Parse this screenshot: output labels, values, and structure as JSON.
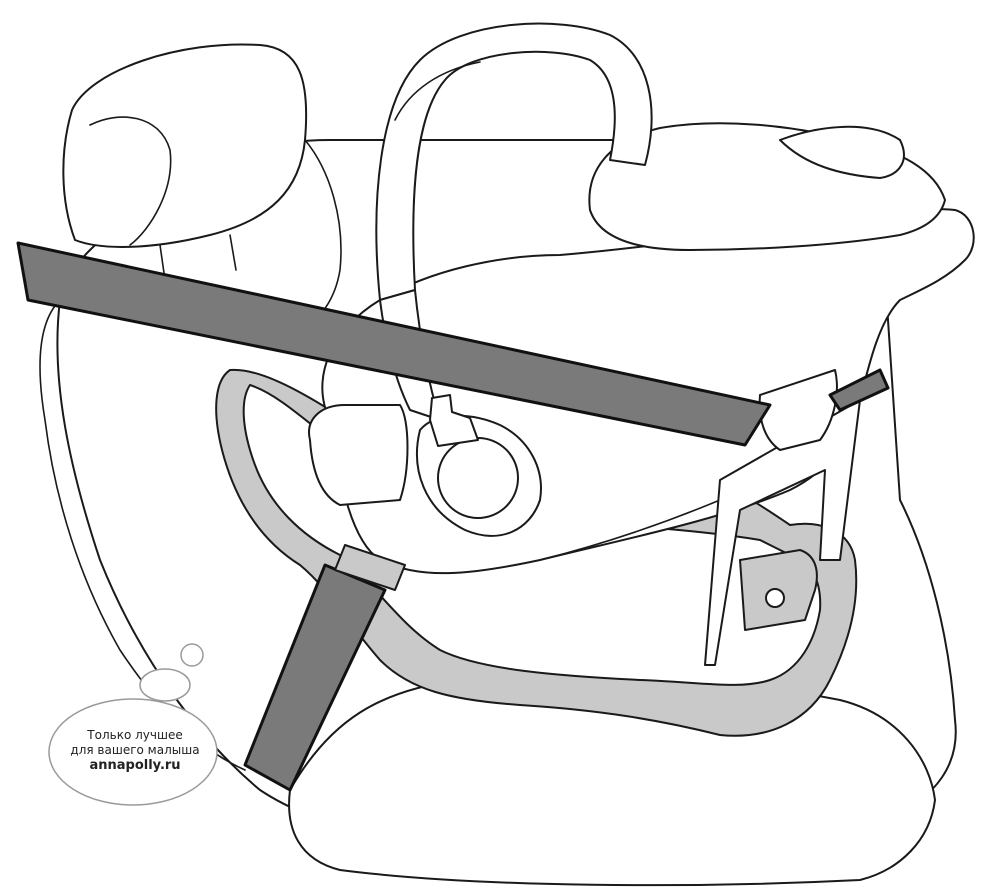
{
  "watermark": {
    "line1": "Только лучшее",
    "line2": "для вашего малыша",
    "site": "annapolly.ru"
  },
  "colors": {
    "belt": "#7a7a7a",
    "base": "#c9c9c9",
    "outline": "#1a1a1a"
  },
  "icons": [
    "seat-belt",
    "infant-car-seat",
    "car-seat"
  ]
}
